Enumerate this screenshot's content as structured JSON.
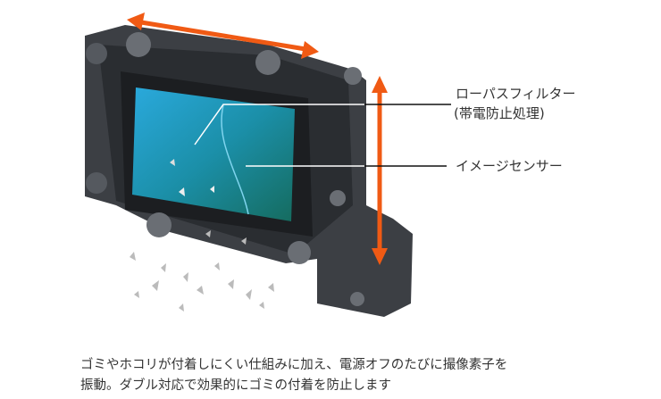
{
  "labels": {
    "lowpass_filter": "ローパスフィルター",
    "lowpass_filter_note": "(帯電防止処理)",
    "image_sensor": "イメージセンサー"
  },
  "caption": {
    "line1": "ゴミやホコリが付着しにくい仕組みに加え、電源オフのたびに撮像素子を",
    "line2": "振動。ダブル対応で効果的にゴミの付着を防止します"
  },
  "colors": {
    "arrow": "#f05a14",
    "frame": "#3c3f44",
    "glass": "#1ea0c8"
  }
}
